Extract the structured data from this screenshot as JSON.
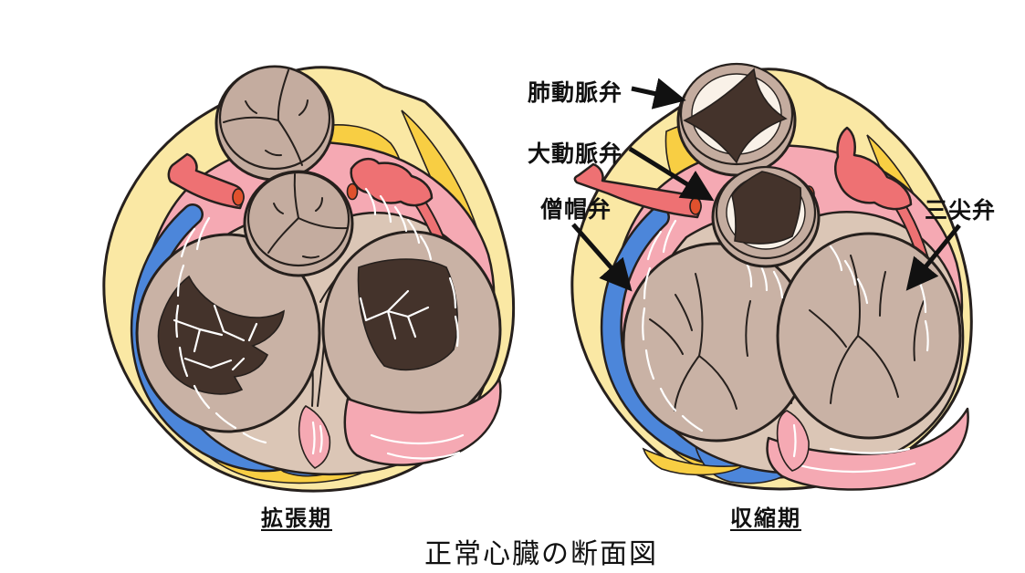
{
  "title": "正常心臓の断面図",
  "diagrams": {
    "diastole": {
      "caption": "拡張期",
      "side": "left"
    },
    "systole": {
      "caption": "収縮期",
      "side": "right"
    }
  },
  "labels": {
    "pulmonary_valve": "肺動脈弁",
    "aortic_valve": "大動脈弁",
    "mitral_valve": "僧帽弁",
    "tricuspid_valve": "三尖弁"
  },
  "colors": {
    "background": "#FFFFFF",
    "outline": "#26201D",
    "epicardial_fat_pale": "#FAE8A4",
    "epicardial_fat_bright": "#F8CE43",
    "myocardium_pink": "#F5A9B3",
    "vein_blue": "#4C86DA",
    "artery_coral": "#EE7173",
    "artery_cut_end": "#E0512D",
    "tissue_tan": "#DBC6B6",
    "ventricle_wall_tan": "#C9B2A5",
    "valve_tan": "#C4AC9F",
    "cavity_brown": "#44332B",
    "leaflet_cream": "#F9F1E8",
    "label_text": "#111111"
  }
}
